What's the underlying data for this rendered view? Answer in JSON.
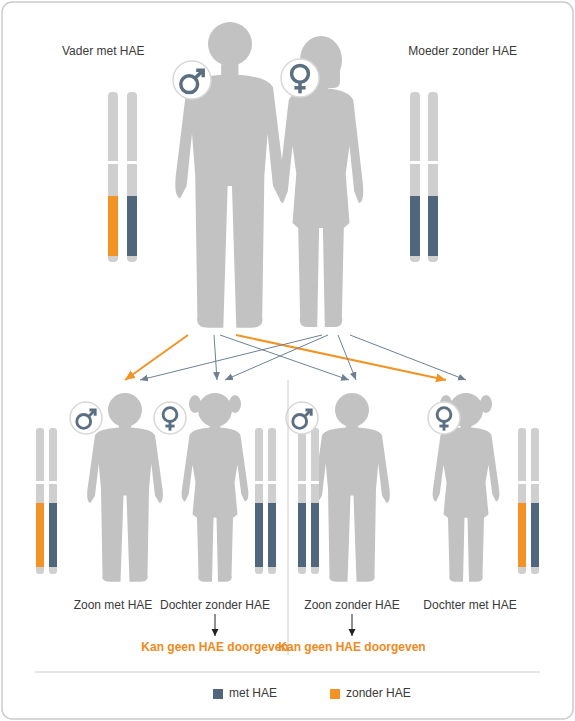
{
  "diagram": {
    "nodes": [
      {
        "text": [
          "Vader met HAE"
        ]
      },
      {
        "text": [
          "Moeder zonder HAE"
        ]
      },
      {
        "text": [
          "Zoon met HAE"
        ]
      },
      {
        "text": [
          "Dochter zonder HAE"
        ]
      },
      {
        "text": [
          "Zoon zonder HAE"
        ]
      },
      {
        "text": [
          "Dochter met HAE"
        ]
      }
    ],
    "edges": [
      {
        "from": 0,
        "to": 2,
        "arrow": "to"
      },
      {
        "from": 0,
        "to": 3,
        "arrow": "to"
      },
      {
        "from": 0,
        "to": 4,
        "arrow": "to"
      },
      {
        "from": 0,
        "to": 5,
        "arrow": "to"
      },
      {
        "from": 1,
        "to": 2,
        "arrow": "to"
      },
      {
        "from": 1,
        "to": 3,
        "arrow": "to"
      },
      {
        "from": 1,
        "to": 4,
        "arrow": "to"
      },
      {
        "from": 1,
        "to": 5,
        "arrow": "to"
      }
    ],
    "labels": [
      "Kan geen HAE doorgeven",
      "Kan geen HAE doorgeven"
    ],
    "legend": [
      {
        "text": "met HAE",
        "color": "#4f667c"
      },
      {
        "text": "zonder HAE",
        "color": "#f39325"
      }
    ]
  }
}
